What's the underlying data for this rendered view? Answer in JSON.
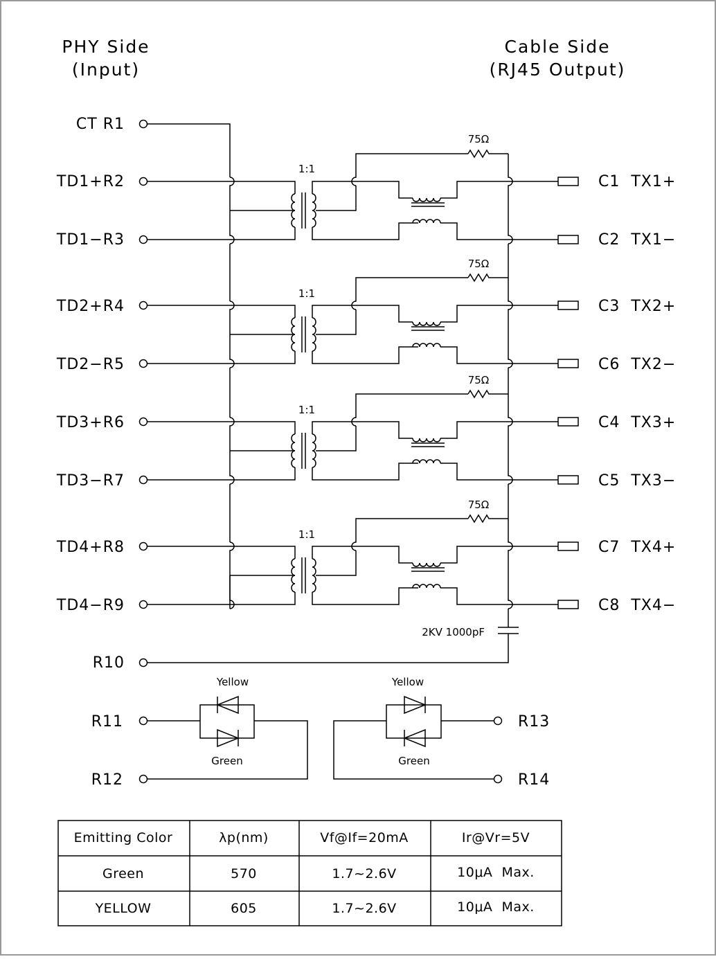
{
  "headers": {
    "phy_line1": "PHY Side",
    "phy_line2": "(Input)",
    "cable_line1": "Cable Side",
    "cable_line2": "(RJ45 Output)"
  },
  "ct_label": "CT R1",
  "channels": [
    {
      "ratio": "1:1",
      "resistor": "75Ω",
      "in_plus": "TD1+R2",
      "in_minus": "TD1−R3",
      "out_plus": "C1  TX1+",
      "out_minus": "C2  TX1−"
    },
    {
      "ratio": "1:1",
      "resistor": "75Ω",
      "in_plus": "TD2+R4",
      "in_minus": "TD2−R5",
      "out_plus": "C3  TX2+",
      "out_minus": "C6  TX2−"
    },
    {
      "ratio": "1:1",
      "resistor": "75Ω",
      "in_plus": "TD3+R6",
      "in_minus": "TD3−R7",
      "out_plus": "C4  TX3+",
      "out_minus": "C5  TX3−"
    },
    {
      "ratio": "1:1",
      "resistor": "75Ω",
      "in_plus": "TD4+R8",
      "in_minus": "TD4−R9",
      "out_plus": "C7  TX4+",
      "out_minus": "C8  TX4−"
    }
  ],
  "capacitor_label": "2KV 1000pF",
  "r10_label": "R10",
  "leds": {
    "left": {
      "top_color": "Yellow",
      "bottom_color": "Green",
      "pin_top": "R11",
      "pin_bottom": "R12"
    },
    "right": {
      "top_color": "Yellow",
      "bottom_color": "Green",
      "pin_top": "R13",
      "pin_bottom": "R14"
    }
  },
  "table": {
    "headers": [
      "Emitting Color",
      "λp(nm)",
      "Vf@If=20mA",
      "Ir@Vr=5V"
    ],
    "rows": [
      [
        "Green",
        "570",
        "1.7~2.6V",
        "10μA  Max."
      ],
      [
        "YELLOW",
        "605",
        "1.7~2.6V",
        "10μA  Max."
      ]
    ]
  }
}
